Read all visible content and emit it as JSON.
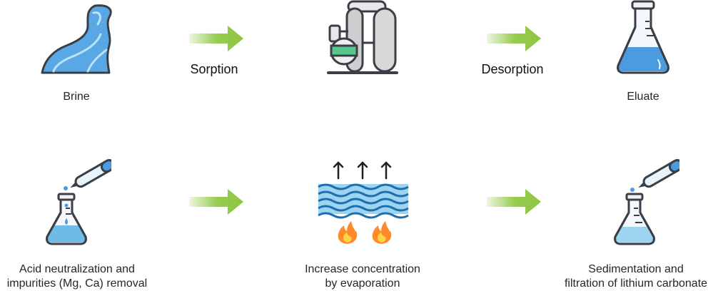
{
  "colors": {
    "arrow": "#8dc63f",
    "outline": "#3a3f47",
    "water": "#5aa7e6",
    "water_light": "#9dd4f0",
    "flask_liquid": "#4a9be0",
    "green": "#55c98b",
    "flame": "#ff8a2a"
  },
  "steps": {
    "brine": {
      "label": "Brine",
      "icon": "river-icon"
    },
    "plant": {
      "label": "",
      "icon": "industrial-plant-icon"
    },
    "eluate": {
      "label": "Eluate",
      "icon": "erlenmeyer-flask-icon"
    },
    "acid": {
      "line1": "Acid neutralization and",
      "line2": "impurities (Mg, Ca) removal",
      "icon": "flask-with-pipette-icon"
    },
    "evaporation": {
      "line1": "Increase concentration",
      "line2": "by evaporation",
      "icon": "evaporation-icon"
    },
    "sedimentation": {
      "line1": "Sedimentation and",
      "line2": "filtration of lithium carbonate",
      "icon": "flask-with-pipette-icon"
    }
  },
  "arrows": {
    "sorption": "Sorption",
    "desorption": "Desorption"
  }
}
